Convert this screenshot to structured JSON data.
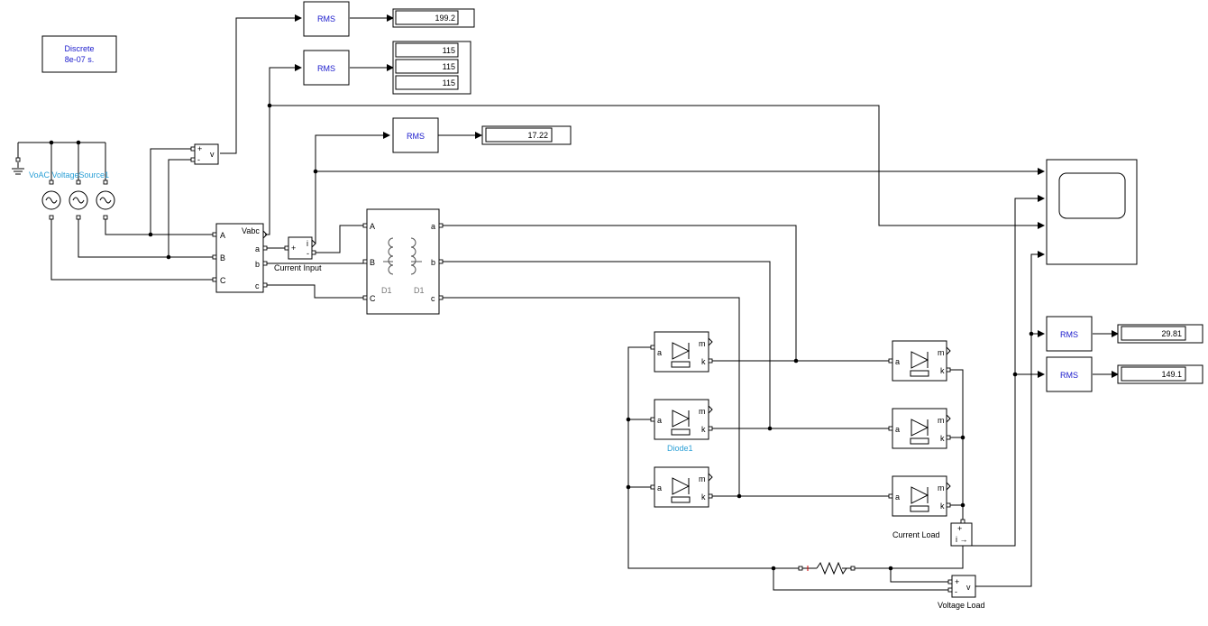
{
  "powergui": {
    "line1": "Discrete",
    "line2": "8e-07 s."
  },
  "sources": {
    "labels": [
      "Voltage",
      "AC Voltage Source",
      "AC Voltage Source1"
    ],
    "overlapped_caption": "VoAC VoltageSource1"
  },
  "measurement": {
    "vabc": "Vabc",
    "in_a": "A",
    "in_b": "B",
    "in_c": "C",
    "out_a": "a",
    "out_b": "b",
    "out_c": "c"
  },
  "voltmeter_top": {
    "label": "v"
  },
  "current_input": {
    "label": "Current Input",
    "sign": "i"
  },
  "transformer": {
    "in_a": "A",
    "in_b": "B",
    "in_c": "C",
    "out_a": "a",
    "out_b": "b",
    "out_c": "c",
    "wind1": "D1",
    "wind2": "D1"
  },
  "rms_label": "RMS",
  "displays": {
    "d1": "199.2",
    "d2": [
      "115",
      "115",
      "115"
    ],
    "d3": "17.22",
    "d4": "29.81",
    "d5": "149.1"
  },
  "diodes": {
    "m": "m",
    "k": "k",
    "a": "a",
    "caption": "Diode1"
  },
  "current_load": {
    "label": "Current Load"
  },
  "voltage_load": {
    "label": "Voltage Load",
    "sign": "v"
  },
  "colors": {
    "block_text": "#1a1acc",
    "name_text": "#2a9fd6",
    "resistor_tick": "#cc0000"
  }
}
